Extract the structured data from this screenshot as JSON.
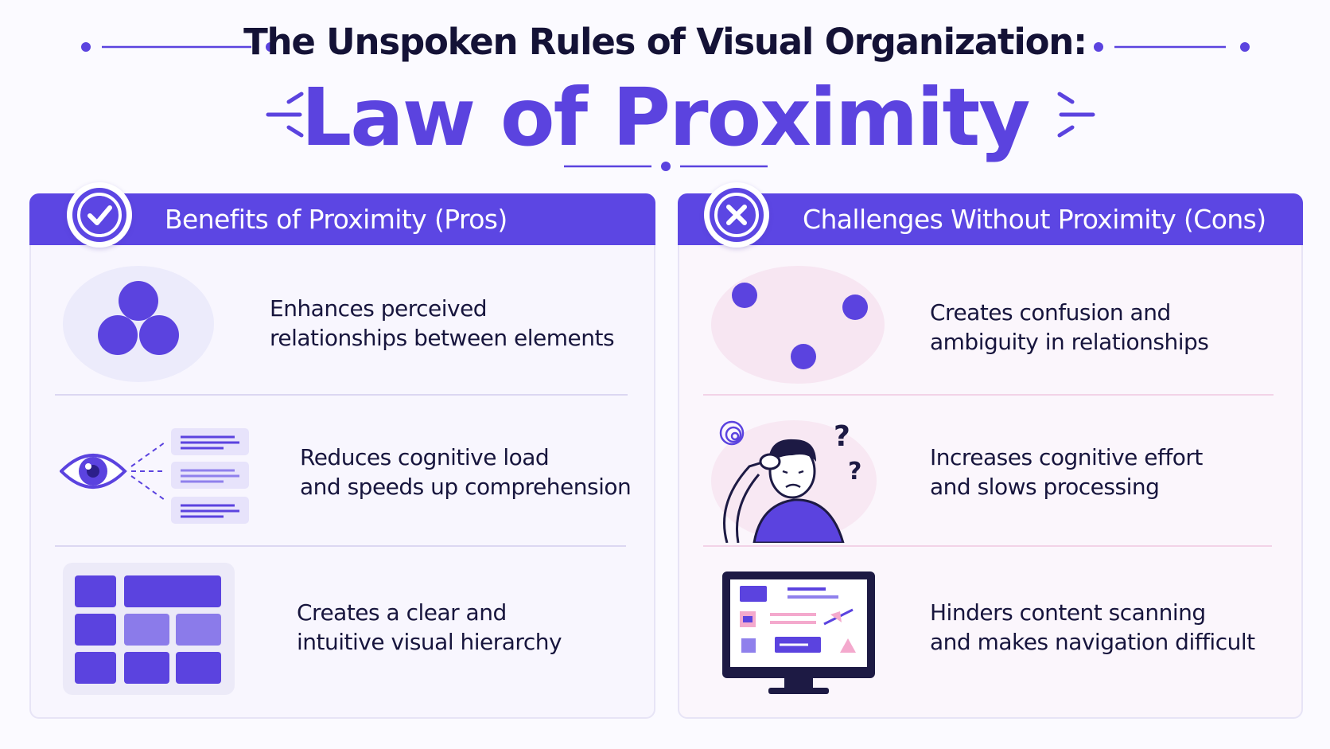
{
  "header": {
    "supertitle": "The Unspoken Rules of Visual Organization:",
    "title": "Law of Proximity"
  },
  "pros": {
    "heading": "Benefits of Proximity (Pros)",
    "badge_icon": "checkmark-icon",
    "items": [
      {
        "line1": "Enhances perceived",
        "line2": "relationships between elements",
        "icon": "grouped-circles-icon"
      },
      {
        "line1": "Reduces cognitive load",
        "line2": "and speeds up comprehension",
        "icon": "eye-scanning-icon"
      },
      {
        "line1": "Creates a clear and",
        "line2": "intuitive visual hierarchy",
        "icon": "grid-layout-icon"
      }
    ]
  },
  "cons": {
    "heading": "Challenges Without Proximity (Cons)",
    "badge_icon": "x-mark-icon",
    "items": [
      {
        "line1": "Creates confusion and",
        "line2": "ambiguity in relationships",
        "icon": "scattered-dots-icon"
      },
      {
        "line1": "Increases cognitive effort",
        "line2": "and slows processing",
        "icon": "confused-person-icon"
      },
      {
        "line1": "Hinders content scanning",
        "line2": "and makes navigation difficult",
        "icon": "cluttered-monitor-icon"
      }
    ]
  },
  "colors": {
    "accent": "#5c46e3",
    "dark_text": "#15123a",
    "pros_background": "#f8f6fe",
    "cons_background": "#fbf6fc"
  }
}
